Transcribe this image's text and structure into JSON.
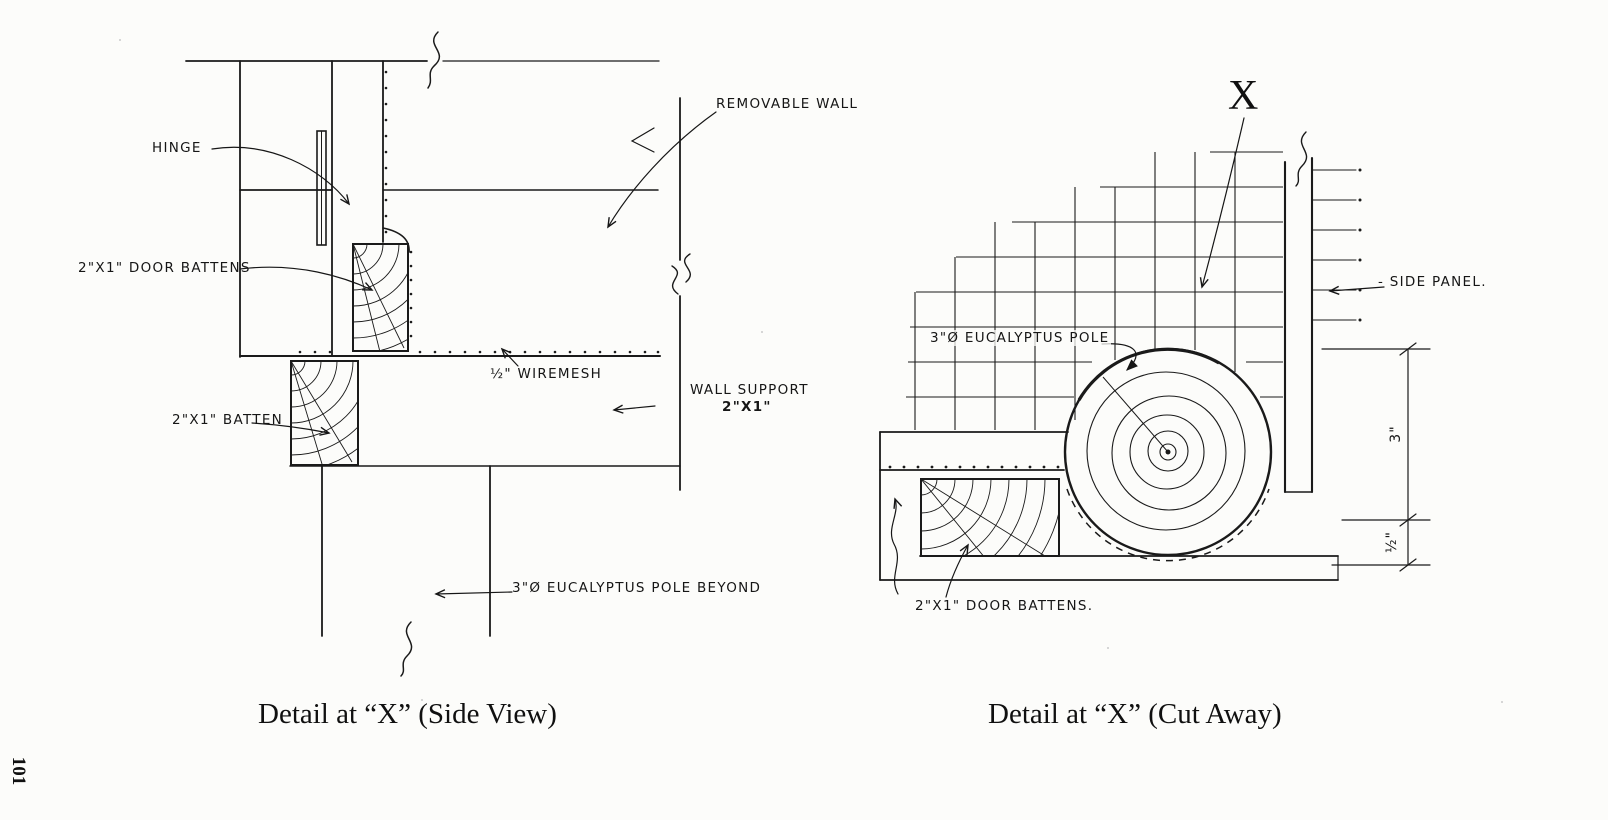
{
  "page": {
    "number": "101"
  },
  "side_view": {
    "caption": "Detail at “X” (Side View)",
    "labels": {
      "hinge": "HINGE",
      "door_battens": "2\"X1\" DOOR BATTENS",
      "batten": "2\"X1\" BATTEN",
      "removable_wall": "REMOVABLE WALL",
      "wiremesh": "½\" WIREMESH",
      "wall_support_line1": "WALL SUPPORT",
      "wall_support_line2": "2\"X1\"",
      "pole_beyond": "3\"Ø EUCALYPTUS POLE BEYOND"
    }
  },
  "cut_away": {
    "caption": "Detail at “X” (Cut Away)",
    "marker": "X",
    "labels": {
      "side_panel": "- SIDE PANEL.",
      "eucalyptus_pole": "3\"Ø EUCALYPTUS POLE",
      "door_battens": "2\"X1\" DOOR BATTENS.",
      "dim_height": "3\"",
      "dim_offset": "½\""
    }
  }
}
